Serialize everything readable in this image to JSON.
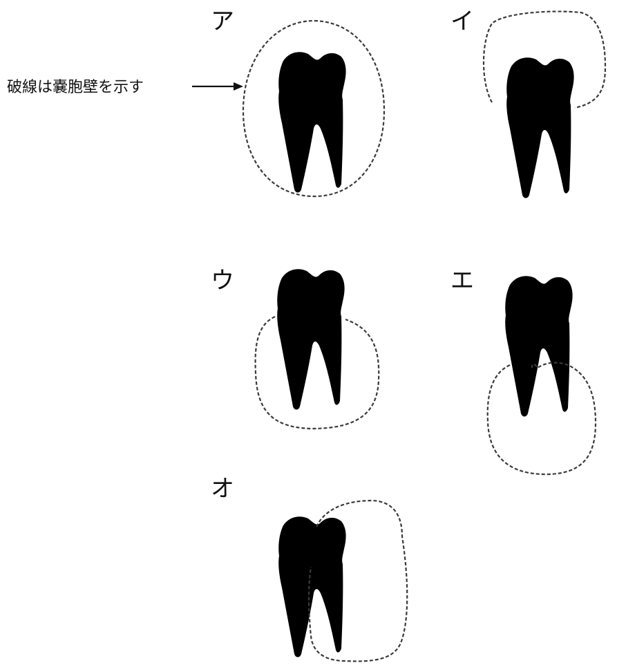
{
  "panels": [
    {
      "label": "ア"
    },
    {
      "label": "イ"
    },
    {
      "label": "ウ"
    },
    {
      "label": "エ"
    },
    {
      "label": "オ"
    }
  ],
  "annotation": {
    "text": "破線は嚢胞壁を示す"
  }
}
